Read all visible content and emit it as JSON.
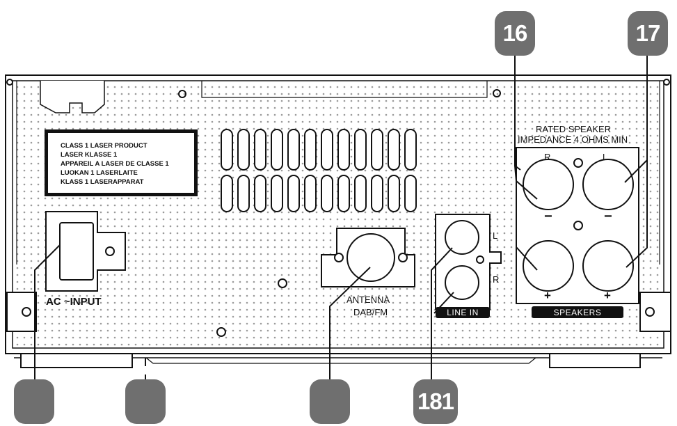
{
  "laser_label": {
    "lines": [
      "CLASS 1 LASER PRODUCT",
      "LASER KLASSE 1",
      "APPAREIL A LASER DE CLASSE 1",
      "LUOKAN 1 LASERLAITE",
      "KLASS 1 LASERAPPARAT"
    ]
  },
  "ac_input": {
    "label": "AC ~INPUT"
  },
  "antenna": {
    "line1": "ANTENNA",
    "line2": "DAB/FM"
  },
  "line_in": {
    "label": "LINE IN",
    "l": "L",
    "r": "R"
  },
  "speakers": {
    "rating_line1": "RATED SPEAKER",
    "rating_line2": "IMPEDANCE 4 OHMS MIN",
    "right_label": "R",
    "left_label": "L",
    "minus": "−",
    "plus": "+",
    "panel_label": "SPEAKERS"
  },
  "callouts": {
    "c16": "16",
    "c17": "17",
    "c18": "181",
    "blank1": "",
    "blank2": "",
    "blank3": ""
  },
  "colors": {
    "callout": "#6f6f6f",
    "line": "#111111",
    "dots": "#9a9a9a"
  }
}
